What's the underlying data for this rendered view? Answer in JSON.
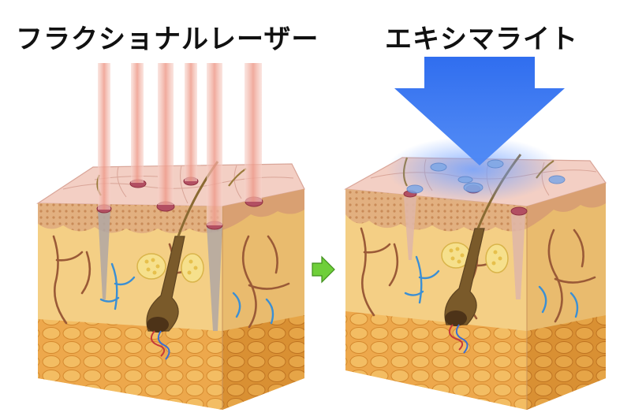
{
  "left_panel": {
    "title": "フラクショナルレーザー"
  },
  "right_panel": {
    "title": "エキシマライト"
  },
  "colors": {
    "skin_surface": "#f3cfc4",
    "dermis": "#f4cf85",
    "subcutaneous": "#eba54a",
    "laser_beam": "#f4b3a6",
    "blue_light": "#2b6ff2",
    "arrow_green": "#6fcf3a",
    "vessel_blue": "#3b8fd4",
    "nerve_brown": "#9a5a37"
  },
  "icons": {
    "transition_arrow": "green-right-arrow",
    "light_arrow": "blue-down-arrow"
  }
}
